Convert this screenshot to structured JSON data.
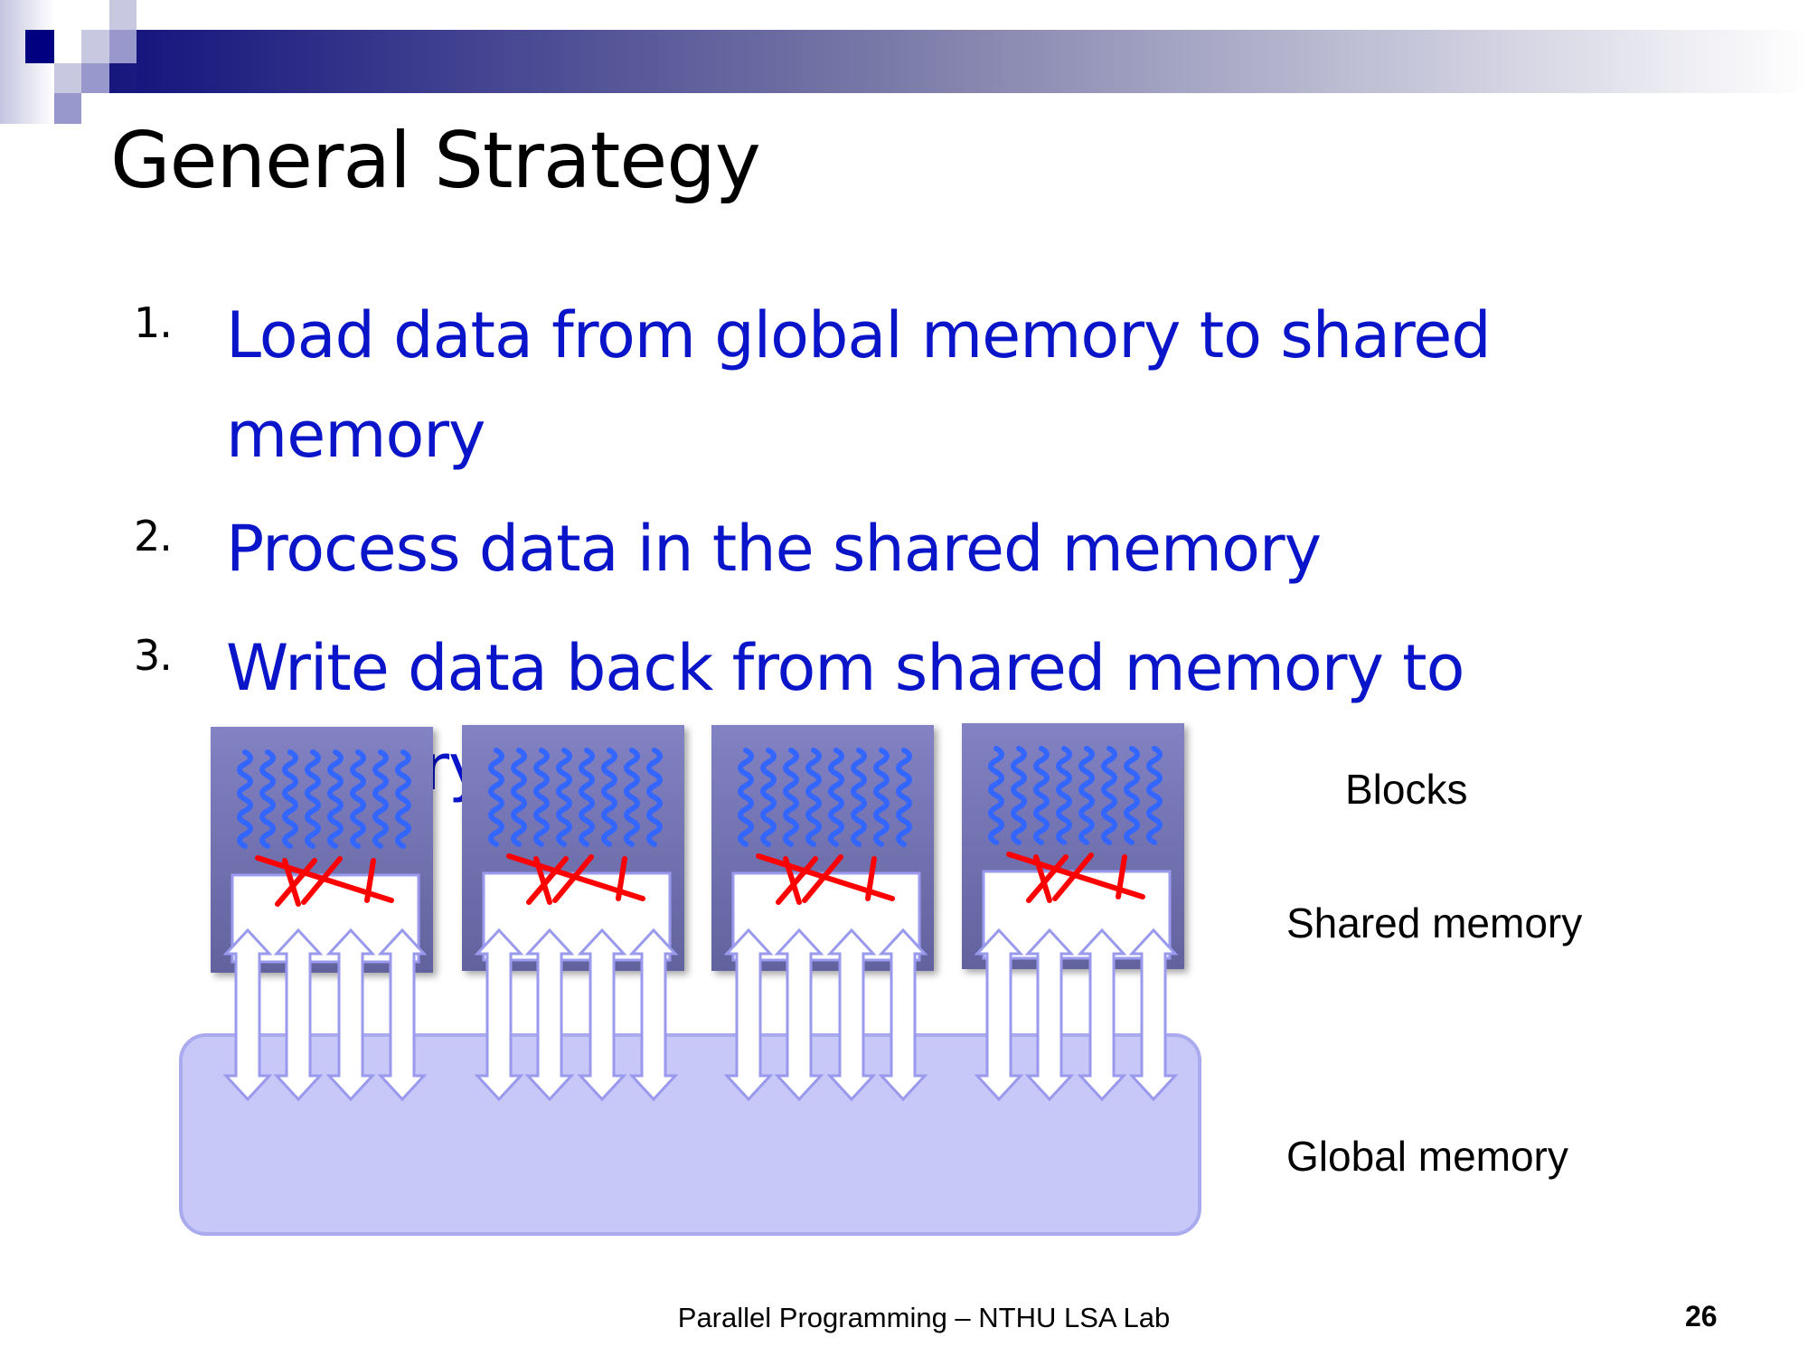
{
  "slide": {
    "title": "General Strategy",
    "items": [
      {
        "number": "1.",
        "lines": [
          "Load data from global memory to shared",
          "memory"
        ]
      },
      {
        "number": "2.",
        "lines": [
          "Process data in the shared memory"
        ]
      },
      {
        "number": "3.",
        "lines": [
          "Write data back from shared memory to",
          "memory"
        ]
      }
    ],
    "diagram": {
      "block_count": 4,
      "labels": {
        "blocks": "Blocks",
        "shared": "Shared memory",
        "global": "Global memory"
      },
      "colors": {
        "block": "#7474b4",
        "thread": "#3366ff",
        "conflict": "#ff0000",
        "global": "#c8c8f8",
        "arrow_stroke": "#9999ee"
      }
    },
    "footer": "Parallel Programming – NTHU LSA Lab",
    "page_number": "26"
  }
}
